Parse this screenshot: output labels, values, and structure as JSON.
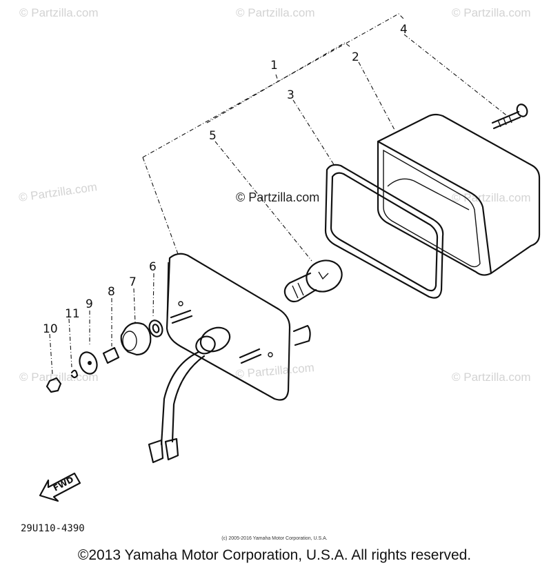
{
  "diagram": {
    "callouts": [
      "1",
      "2",
      "3",
      "4",
      "5",
      "6",
      "7",
      "8",
      "9",
      "10",
      "11"
    ],
    "part_code": "29U110-4390",
    "fwd_label": "FWD"
  },
  "watermarks": {
    "light_text": "© Partzilla.com",
    "center_text": "© Partzilla.com"
  },
  "footer": {
    "small_copyright": "(c) 2005-2016 Yamaha Motor Corporation, U.S.A.",
    "copyright": "©2013 Yamaha Motor Corporation, U.S.A. All rights reserved."
  }
}
